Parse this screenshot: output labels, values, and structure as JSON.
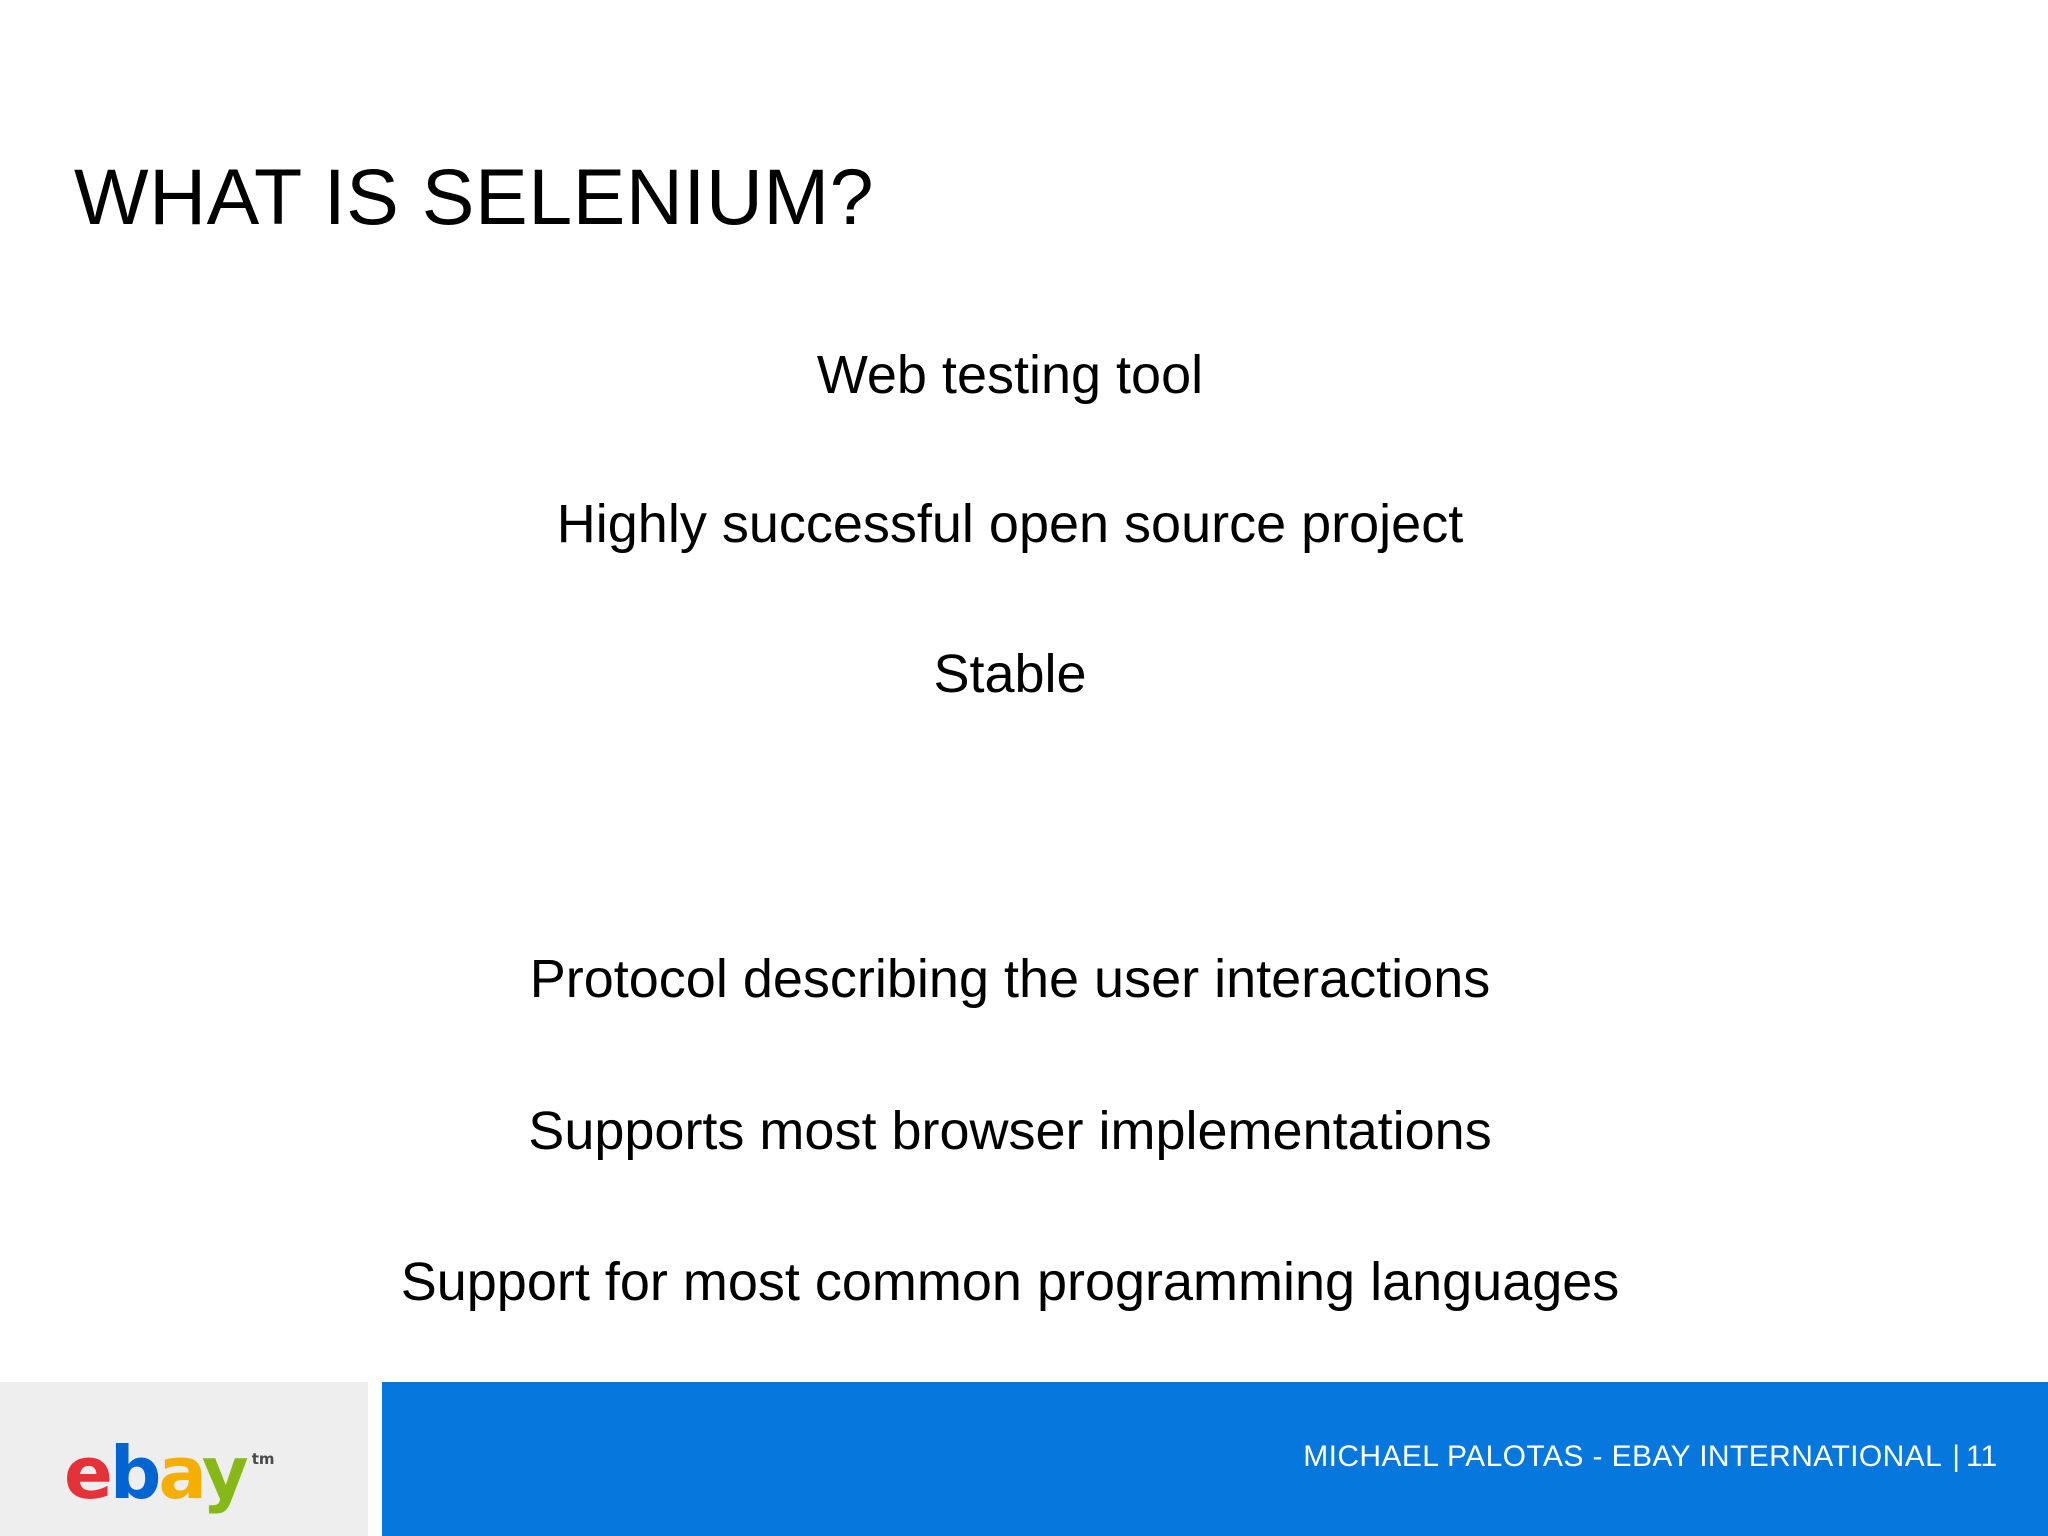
{
  "slide": {
    "title": "WHAT IS SELENIUM?",
    "background_color": "#ffffff",
    "body_lines": [
      "Web testing tool",
      "Highly successful open source project",
      "Stable",
      "Protocol describing the user interactions",
      "Supports most browser implementations",
      "Support for most common programming languages"
    ]
  },
  "footer": {
    "logo": {
      "letters": {
        "e": "e",
        "b": "b",
        "a": "a",
        "y": "y"
      },
      "trademark": "tm",
      "colors": {
        "e": "#e53238",
        "b": "#0064d2",
        "a": "#f5af02",
        "y": "#86b817"
      },
      "panel_color": "#eeeeee"
    },
    "credit": "MICHAEL PALOTAS - EBAY INTERNATIONAL",
    "separator": "|",
    "page_number": "11",
    "bar_color": "#0577dd",
    "text_color": "#ffffff"
  }
}
